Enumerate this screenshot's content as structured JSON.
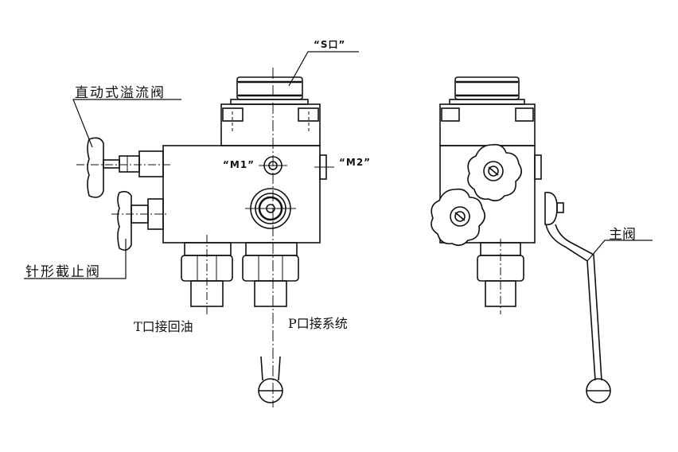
{
  "labels": {
    "s_port": "“S口”",
    "relief_valve": "直动式溢流阀",
    "m1": "“M1”",
    "m2": "“M2”",
    "needle_valve": "针形截止阀",
    "t_port": "T口接回油",
    "p_port": "P口接系统",
    "main_valve": "主阀"
  }
}
